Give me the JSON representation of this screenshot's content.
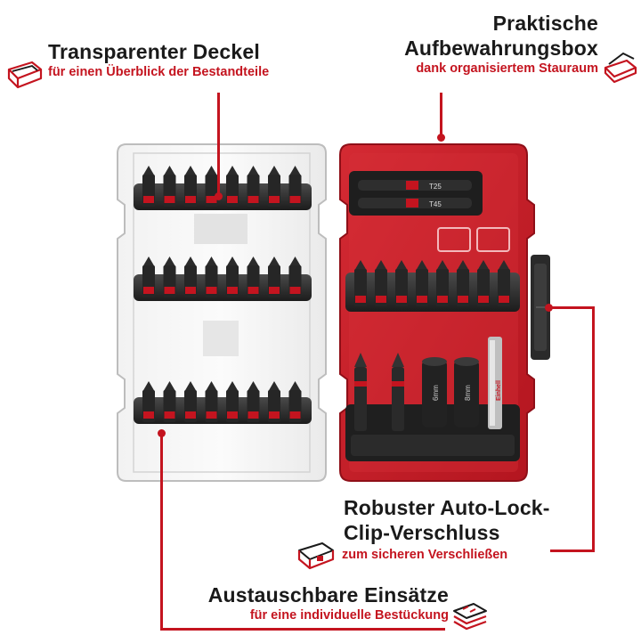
{
  "callouts": {
    "lid": {
      "title": "Transparenter Deckel",
      "subtitle": "für einen Überblick der Bestandteile",
      "icon": "box-lid-icon"
    },
    "box": {
      "title_line1": "Praktische",
      "title_line2": "Aufbewahrungsbox",
      "subtitle": "dank organisiertem Stauraum",
      "icon": "box-open-icon"
    },
    "lock": {
      "title_line1": "Robuster Auto-Lock-",
      "title_line2": "Clip-Verschluss",
      "subtitle": "zum sicheren Verschließen",
      "icon": "closed-box-icon"
    },
    "inserts": {
      "title": "Austauschbare Einsätze",
      "subtitle": "für eine individuelle Bestückung",
      "icon": "stacked-inserts-icon"
    }
  },
  "product": {
    "bit_holder_labels": [
      "T25",
      "T45"
    ],
    "nut_driver_labels": [
      "6mm",
      "8mm"
    ],
    "brand": "Einhell",
    "accent_color": "#c4141f",
    "case_color": "#c8202c"
  }
}
